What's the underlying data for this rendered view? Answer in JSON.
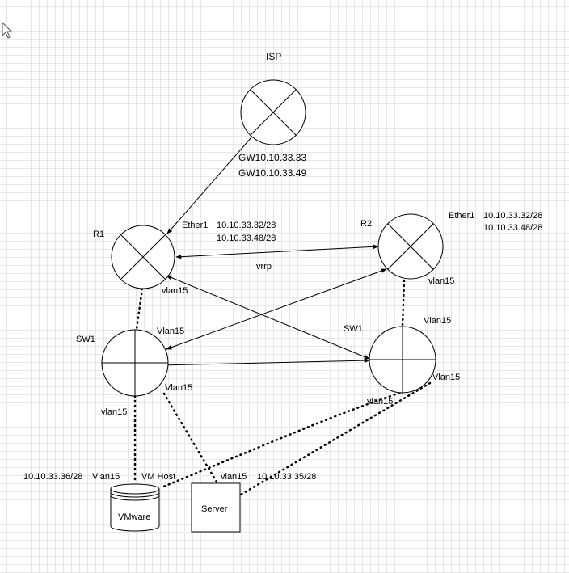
{
  "nodes": {
    "isp": {
      "label": "ISP",
      "gw1": "GW10.10.33.33",
      "gw2": "GW10.10.33.49"
    },
    "r1": {
      "label": "R1",
      "port": "Ether1",
      "ip1": "10.10.33.32/28",
      "ip2": "10.10.33.48/28",
      "vlan": "vlan15"
    },
    "r2": {
      "label": "R2",
      "port": "Ether1",
      "ip1": "10.10.33.32/28",
      "ip2": "10.10.33.48/28",
      "vlan": "vlan15"
    },
    "sw1_left": {
      "label": "SW1",
      "vlan_top": "Vlan15",
      "vlan_bottom": "Vlan15",
      "vlan_down": "vlan15"
    },
    "sw1_right": {
      "label": "SW1",
      "vlan_top": "Vlan15",
      "vlan_side": "Vlan15",
      "vlan_down": "vlan15"
    },
    "vmware": {
      "label": "VMware",
      "ip": "10.10.33.36/28",
      "vlan": "Vlan15",
      "host": "VM Host"
    },
    "server": {
      "label": "Server",
      "vlan": "vlan15",
      "ip": "10.10.33.35/28"
    }
  },
  "links": {
    "vrrp_label": "vrrp"
  }
}
